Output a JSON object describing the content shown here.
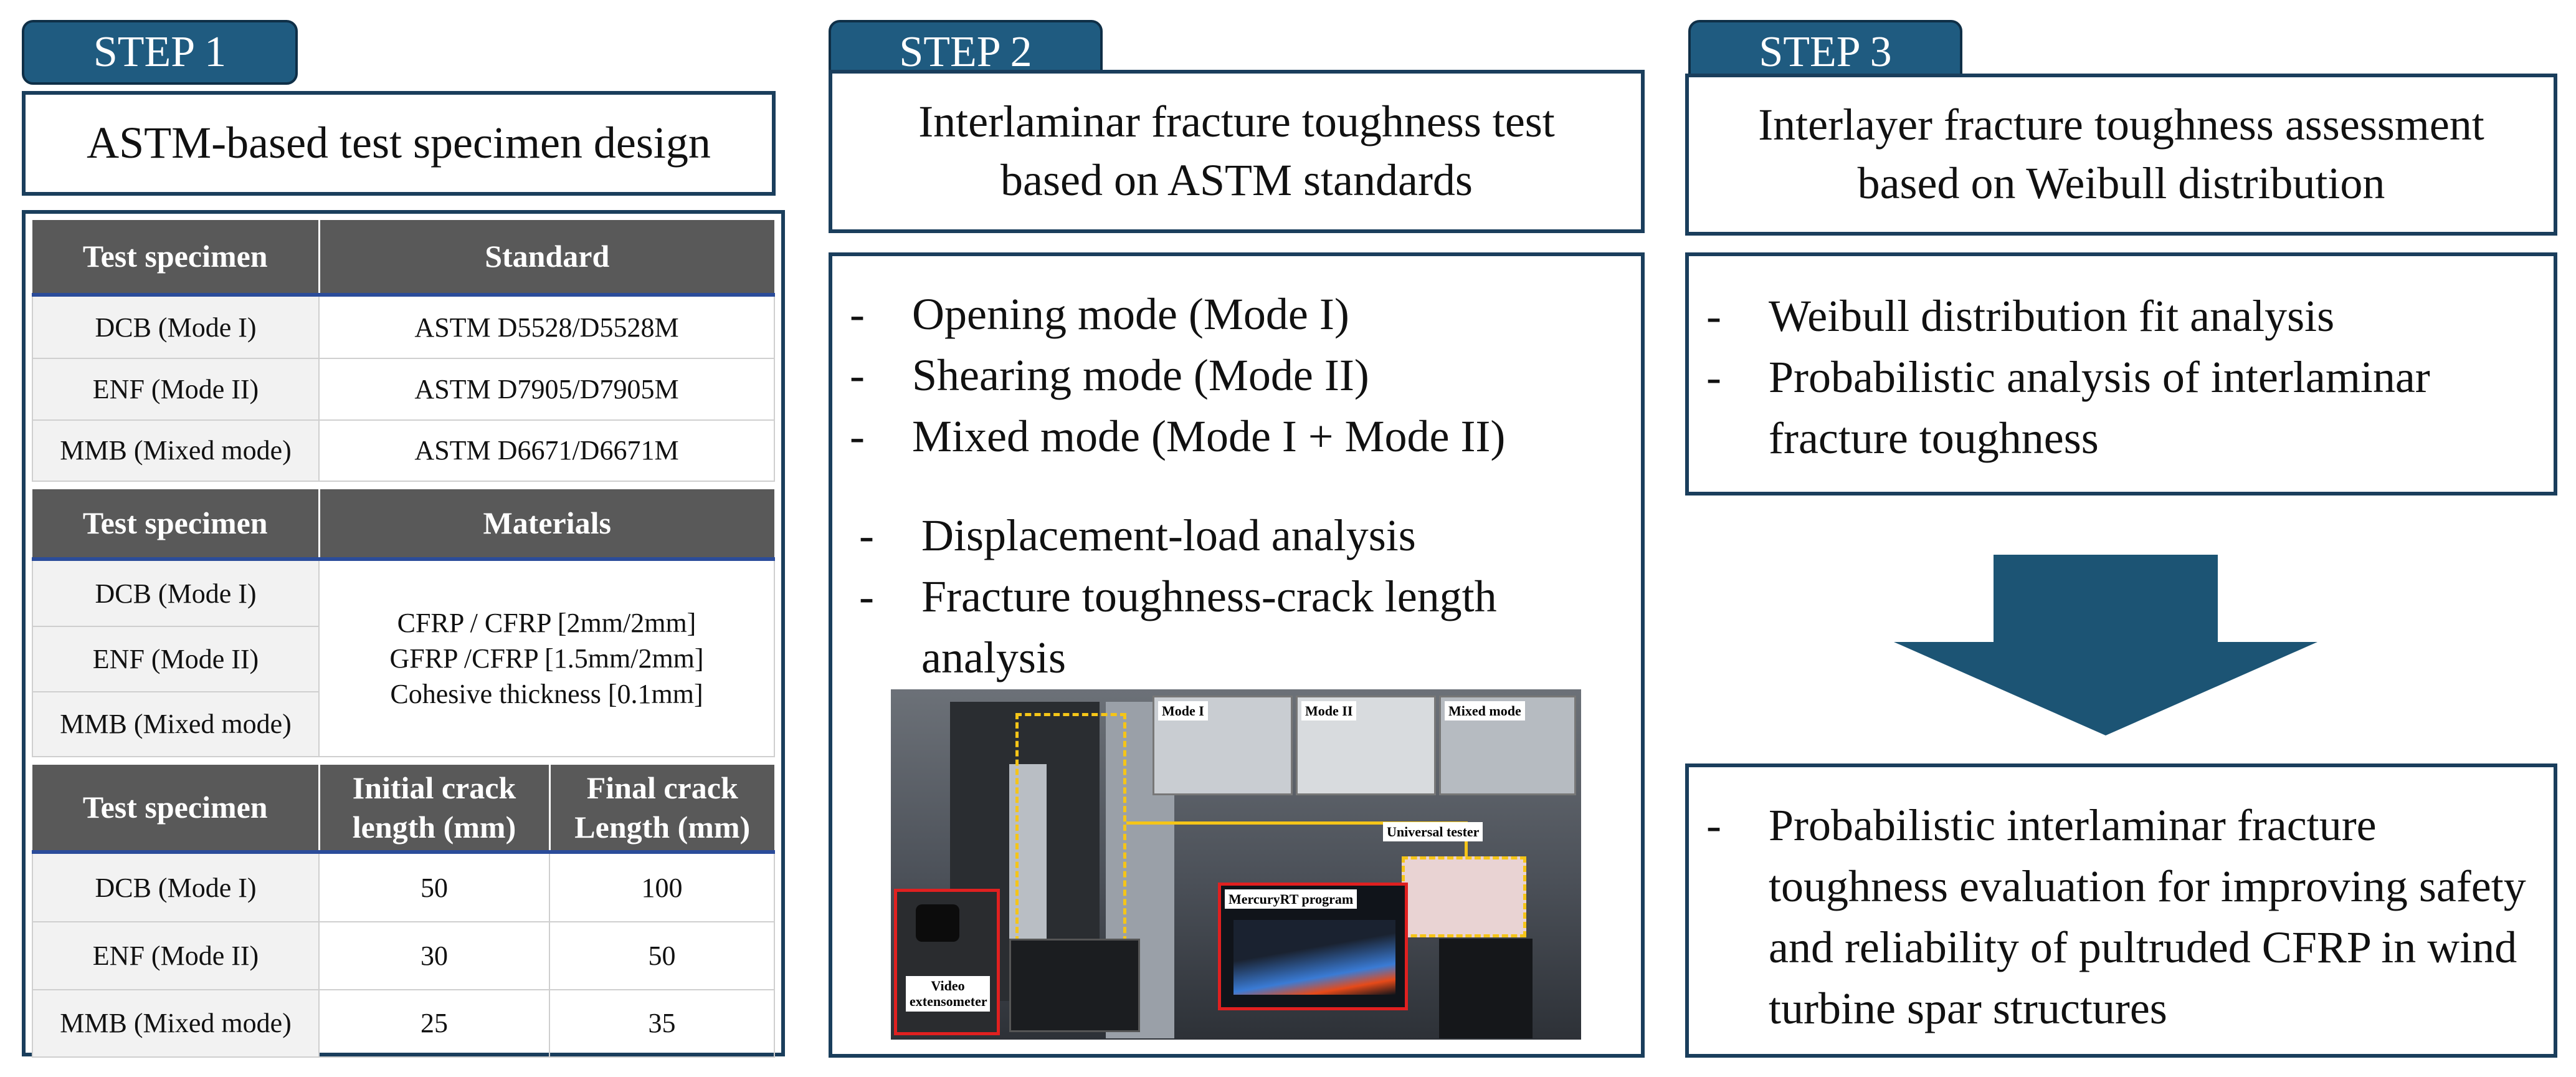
{
  "step1": {
    "tab": "STEP 1",
    "title": "ASTM-based test specimen design",
    "table1": {
      "headers": [
        "Test specimen",
        "Standard"
      ],
      "rows": [
        [
          "DCB (Mode I)",
          "ASTM D5528/D5528M"
        ],
        [
          "ENF (Mode II)",
          "ASTM D7905/D7905M"
        ],
        [
          "MMB (Mixed mode)",
          "ASTM D6671/D6671M"
        ]
      ]
    },
    "table2": {
      "headers": [
        "Test specimen",
        "Materials"
      ],
      "rows": [
        "DCB (Mode I)",
        "ENF (Mode II)",
        "MMB (Mixed mode)"
      ],
      "materials": [
        "CFRP / CFRP [2mm/2mm]",
        "GFRP /CFRP [1.5mm/2mm]",
        "Cohesive thickness [0.1mm]"
      ]
    },
    "table3": {
      "headers": [
        "Test specimen",
        "Initial crack length (mm)",
        "Final crack Length (mm)"
      ],
      "rows": [
        [
          "DCB (Mode I)",
          "50",
          "100"
        ],
        [
          "ENF (Mode II)",
          "30",
          "50"
        ],
        [
          "MMB (Mixed mode)",
          "25",
          "35"
        ]
      ]
    }
  },
  "step2": {
    "tab": "STEP 2",
    "title_line1": "Interlaminar fracture toughness test",
    "title_line2": "based on ASTM standards",
    "dash": "-",
    "list1": [
      "Opening mode (Mode I)",
      "Shearing mode (Mode II)",
      "Mixed mode (Mode I + Mode II)"
    ],
    "list2": [
      "Displacement-load analysis",
      "Fracture toughness-crack length analysis"
    ],
    "photo_labels": {
      "mode1": "Mode I",
      "mode2": "Mode II",
      "mixed": "Mixed mode",
      "tester": "Universal tester",
      "program": "MercuryRT program",
      "video": "Video extensometer"
    }
  },
  "step3": {
    "tab": "STEP 3",
    "title_line1": "Interlayer fracture toughness assessment",
    "title_line2": "based on Weibull distribution",
    "dash": "-",
    "list1": [
      "Weibull distribution fit analysis",
      "Probabilistic analysis of interlaminar fracture toughness"
    ],
    "list2": [
      "Probabilistic interlaminar fracture toughness evaluation for improving safety and reliability of pultruded CFRP in wind turbine spar structures"
    ]
  },
  "colors": {
    "tab": "#1f5b80",
    "border": "#1a3e5c",
    "header": "#595959",
    "arrow": "#1c5474",
    "highlight_yellow": "#f5c518",
    "highlight_red": "#e02020"
  }
}
